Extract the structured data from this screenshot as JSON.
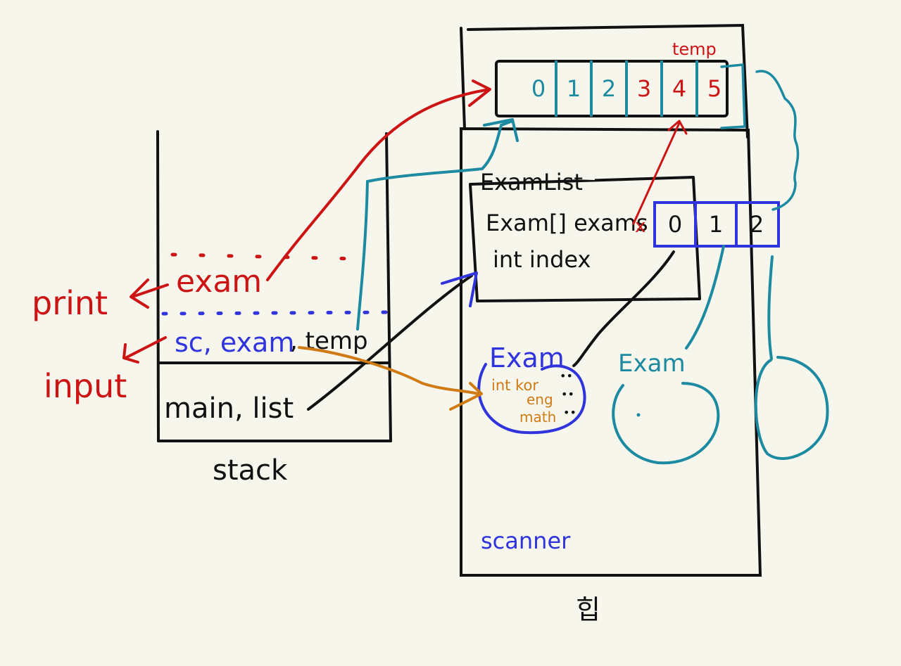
{
  "colors": {
    "background": "#f7f6ed",
    "black": "#111111",
    "red": "#cc1414",
    "blue": "#2f34dc",
    "teal": "#1c8aa0",
    "orange": "#d07a14"
  },
  "stack": {
    "label": "stack",
    "frames": {
      "top": "exam",
      "middle": {
        "a": "sc, exam",
        "b": ", temp"
      },
      "bottom": "main, list"
    },
    "side_labels": {
      "print": "print",
      "input": "input"
    }
  },
  "heap": {
    "label": "힙",
    "temp_label": "temp",
    "temp_array": [
      "0",
      "1",
      "2",
      "3",
      "4",
      "5"
    ],
    "examlist": {
      "title": "ExamList",
      "field1": "Exam[] exams",
      "field2": "int index"
    },
    "exams_array": [
      "0",
      "1",
      "2"
    ],
    "exam_object": {
      "title": "Exam",
      "field1": "int kor",
      "field2": "eng",
      "field3": "math",
      "dots": "••"
    },
    "exam_object_2_title": "Exam",
    "scanner_label": "scanner"
  }
}
